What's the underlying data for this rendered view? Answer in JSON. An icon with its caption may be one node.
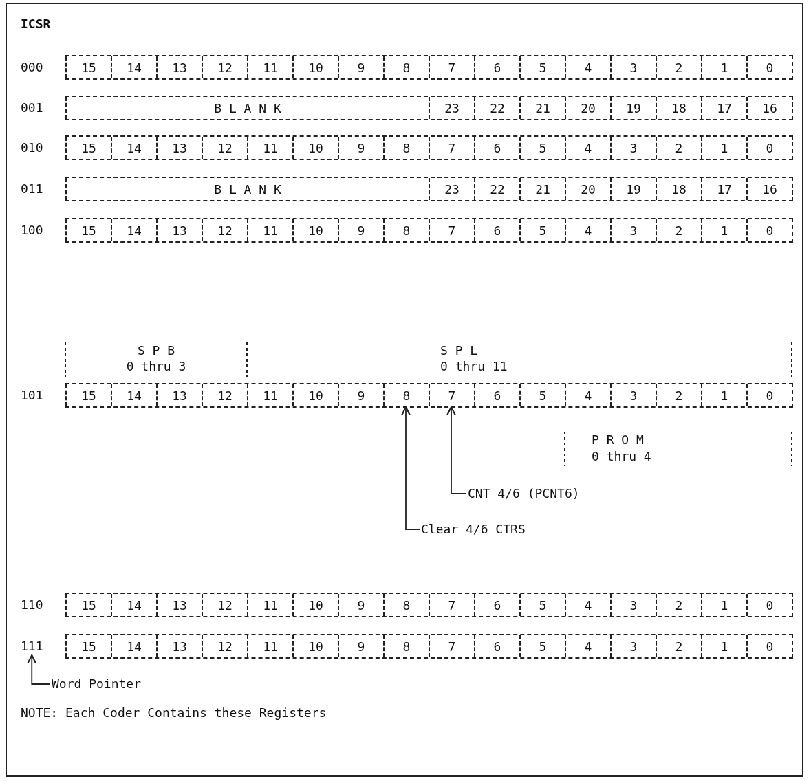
{
  "diagram": {
    "title": "ICSR",
    "nodes": [
      {
        "text": [
          "8"
        ]
      },
      {
        "text": [
          "7"
        ]
      },
      {
        "text": [
          "CNT 4/6 (PCNT6)"
        ]
      },
      {
        "text": [
          "Clear 4/6 CTRS"
        ]
      },
      {
        "text": [
          "111"
        ]
      },
      {
        "text": [
          "Word Pointer"
        ]
      }
    ],
    "edges": [
      {
        "from": 2,
        "to": 1,
        "arrow": "to"
      },
      {
        "from": 3,
        "to": 0,
        "arrow": "to"
      },
      {
        "from": 5,
        "to": 4,
        "arrow": "to"
      }
    ],
    "labels": [
      "000",
      "15",
      "14",
      "13",
      "12",
      "11",
      "10",
      "9",
      "8",
      "7",
      "6",
      "5",
      "4",
      "3",
      "2",
      "1",
      "0",
      "001",
      "B L A N K",
      "23",
      "22",
      "21",
      "20",
      "19",
      "18",
      "17",
      "16",
      "010",
      "15",
      "14",
      "13",
      "12",
      "11",
      "10",
      "9",
      "8",
      "7",
      "6",
      "5",
      "4",
      "3",
      "2",
      "1",
      "0",
      "011",
      "B L A N K",
      "23",
      "22",
      "21",
      "20",
      "19",
      "18",
      "17",
      "16",
      "100",
      "15",
      "14",
      "13",
      "12",
      "11",
      "10",
      "9",
      "8",
      "7",
      "6",
      "5",
      "4",
      "3",
      "2",
      "1",
      "0",
      "S P B",
      "0 thru 3",
      "S P L",
      "0 thru 11",
      "101",
      "15",
      "14",
      "13",
      "12",
      "11",
      "10",
      "9",
      "6",
      "5",
      "4",
      "3",
      "2",
      "1",
      "0",
      "P R O M",
      "0 thru 4",
      "110",
      "15",
      "14",
      "13",
      "12",
      "11",
      "10",
      "9",
      "8",
      "7",
      "6",
      "5",
      "4",
      "3",
      "2",
      "1",
      "0",
      "15",
      "14",
      "13",
      "12",
      "11",
      "10",
      "9",
      "8",
      "7",
      "6",
      "5",
      "4",
      "3",
      "2",
      "1",
      "0",
      "NOTE: Each Coder Contains these Registers"
    ]
  }
}
